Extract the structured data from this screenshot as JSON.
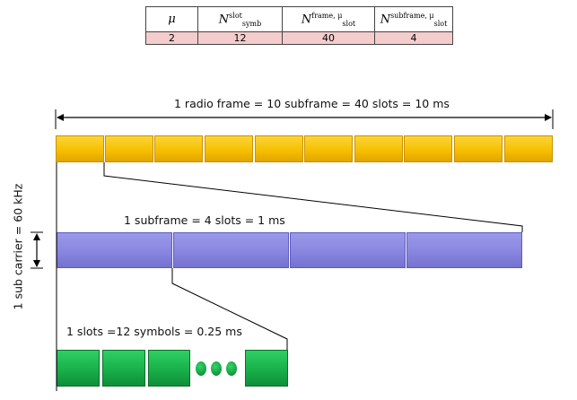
{
  "table": {
    "headers": {
      "mu": "μ",
      "n": "N",
      "n_symb_sup": "slot",
      "n_symb_sub": "symb",
      "n_frame_sup": "frame, μ",
      "n_frame_sub": "slot",
      "n_subframe_sup": "subframe, μ",
      "n_subframe_sub": "slot"
    },
    "row": [
      "2",
      "12",
      "40",
      "4"
    ]
  },
  "labels": {
    "radio_frame": "1 radio frame = 10 subframe = 40 slots = 10 ms",
    "subframe": "1 subframe = 4 slots = 1 ms",
    "slot": "1 slots =12 symbols = 0.25 ms",
    "sub_carrier": "1 sub carrier = 60 kHz"
  },
  "colors": {
    "subframe_block": "#f7c000",
    "slot_block": "#8886e0",
    "symbol_block": "#18b04a",
    "table_value_row": "#f4cccc"
  }
}
